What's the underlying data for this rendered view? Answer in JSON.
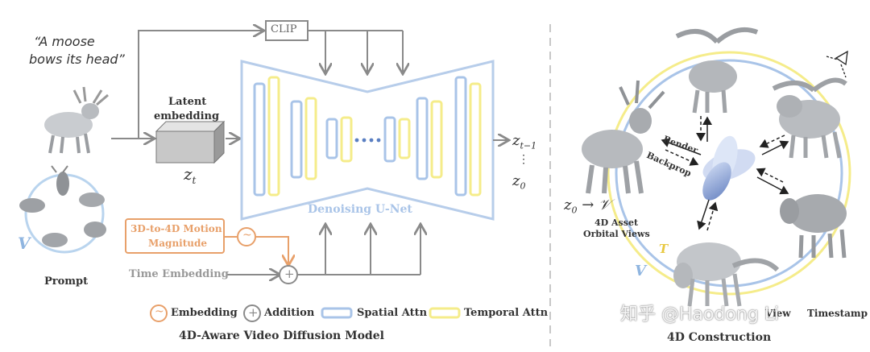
{
  "prompt": {
    "quote_line1": "“A moose",
    "quote_line2": "bows its head”",
    "label": "Prompt",
    "v_symbol": "V"
  },
  "clip_label": "CLIP",
  "latent": {
    "line1": "Latent",
    "line2": "embedding",
    "symbol": "z",
    "subscript": "t"
  },
  "unet_label": "Denoising U-Net",
  "outputs": {
    "z_t1": "z",
    "z_t1_sub": "t−1",
    "dots": "⋮",
    "z0": "z",
    "z0_sub": "0"
  },
  "motion": {
    "line1": "3D-to-4D Motion",
    "line2": "Magnitude",
    "symbol": "~"
  },
  "time_label": "Time Embedding",
  "plus_symbol": "+",
  "legend": {
    "embedding_symbol": "~",
    "embedding": "Embedding",
    "addition_symbol": "+",
    "addition": "Addition",
    "spatial": "Spatial Attn",
    "temporal": "Temporal Attn"
  },
  "left_caption": "4D-Aware Video Diffusion Model",
  "right": {
    "render": "Render",
    "backprop": "Backprop",
    "z0_to_v": "z",
    "z0_sub": "0",
    "arrow": "→",
    "v": "𝒱",
    "asset_line1": "4D Asset",
    "asset_line2": "Orbital Views",
    "t_symbol": "T",
    "v_symbol": "V",
    "view": "View",
    "timestamp": "Timestamp",
    "caption": "4D Construction"
  },
  "watermark": "知乎 @Haodong Li",
  "colors": {
    "spatial": "#a9c4e8",
    "temporal": "#f5ec8a",
    "orange": "#e8a06a",
    "gray": "#999999"
  }
}
